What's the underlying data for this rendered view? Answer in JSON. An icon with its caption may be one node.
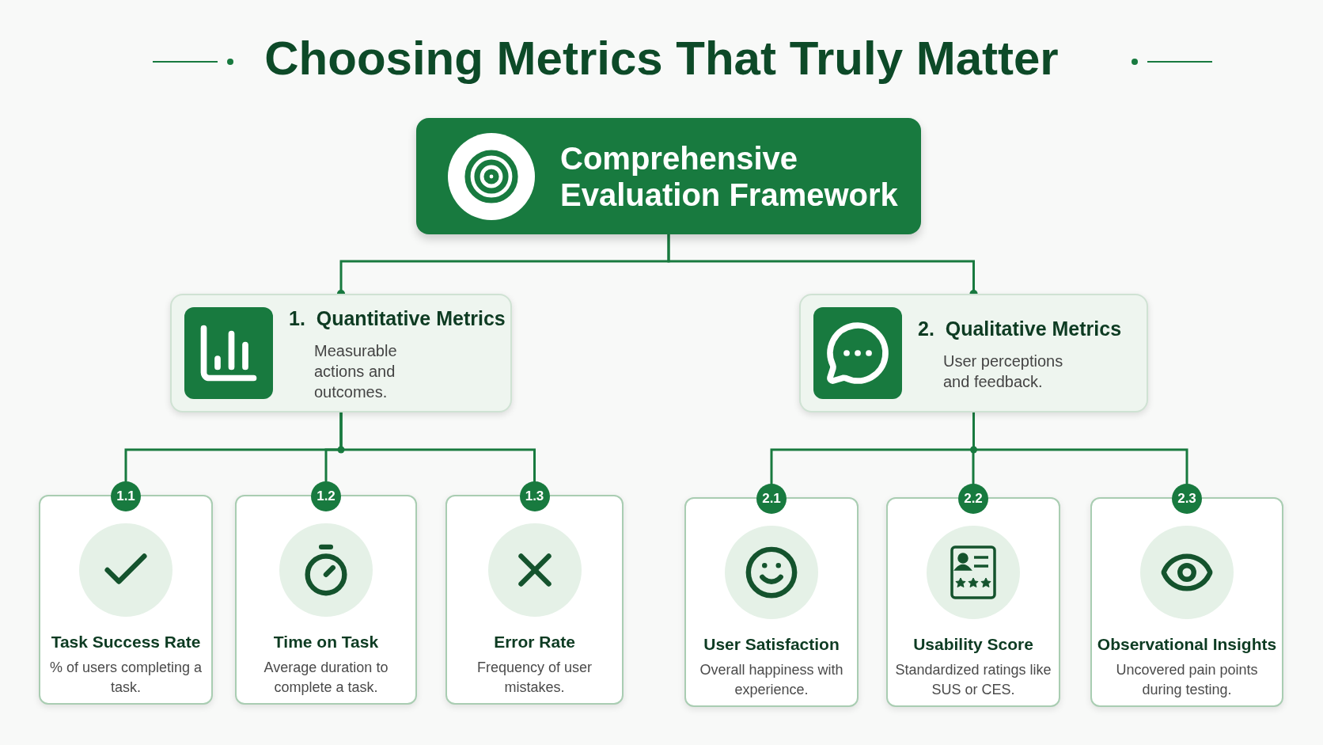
{
  "diagram": {
    "title": "Choosing Metrics That Truly Matter",
    "nodes": [
      {
        "text": [
          "Comprehensive Evaluation Framework"
        ]
      },
      {
        "text": [
          "1.  Quantitative Metrics",
          "Measurable actions and outcomes."
        ]
      },
      {
        "text": [
          "2.  Qualitative Metrics",
          "User perceptions and feedback."
        ]
      },
      {
        "text": [
          "1.1",
          "Task Success Rate",
          "% of users completing a task."
        ]
      },
      {
        "text": [
          "1.2",
          "Time on Task",
          "Average duration to complete a task."
        ]
      },
      {
        "text": [
          "1.3",
          "Error Rate",
          "Frequency of user mistakes."
        ]
      },
      {
        "text": [
          "2.1",
          "User Satisfaction",
          "Overall happiness with experience."
        ]
      },
      {
        "text": [
          "2.2",
          "Usability Score",
          "Standardized ratings like SUS or CES."
        ]
      },
      {
        "text": [
          "2.3",
          "Observational Insights",
          "Uncovered pain points during testing."
        ]
      }
    ],
    "edges": [
      {
        "from": 0,
        "to": 1,
        "arrow": "other"
      },
      {
        "from": 0,
        "to": 2,
        "arrow": "other"
      },
      {
        "from": 1,
        "to": 3,
        "arrow": "none"
      },
      {
        "from": 1,
        "to": 4,
        "arrow": "none"
      },
      {
        "from": 1,
        "to": 5,
        "arrow": "none"
      },
      {
        "from": 2,
        "to": 6,
        "arrow": "none"
      },
      {
        "from": 2,
        "to": 7,
        "arrow": "none"
      },
      {
        "from": 2,
        "to": 8,
        "arrow": "none"
      }
    ]
  }
}
